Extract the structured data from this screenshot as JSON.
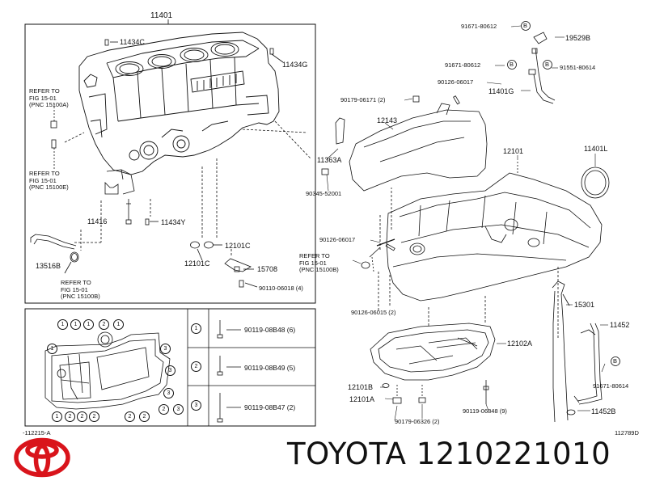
{
  "brand": {
    "text": "TOYOTA 1210221010",
    "logo_color": "#d9141b"
  },
  "diagram": {
    "footer_left": "-112215-A",
    "footer_right": "112789D",
    "refer_notes": {
      "ref1": "REFER TO\nFIG 15-01\n(PNC 15100A)",
      "ref2": "REFER TO\nFIG 15-01\n(PNC 15100E)",
      "ref3": "REFER TO\nFIG 15-01\n(PNC 15100B)",
      "ref4": "REFER TO\nFIG 15-01\n(PNC 15100B)"
    },
    "parts": {
      "p11401": "11401",
      "p11434C": "11434C",
      "p11434G": "11434G",
      "p11416": "11416",
      "p11434Y": "11434Y",
      "p13516B": "13516B",
      "p12101C_a": "12101C",
      "p12101C_b": "12101C",
      "p15708": "15708",
      "p90110": "90110-06018 (4)",
      "p91671a": "91671-80612",
      "p91671b": "91671-80612",
      "p19529B": "19529B",
      "p91551": "91551-80614",
      "p90126a": "90126-06017",
      "p11401G": "11401G",
      "p90179a": "90179-06171 (2)",
      "p12143": "12143",
      "p12101": "12101",
      "p11401L": "11401L",
      "p11363A": "11363A",
      "p90345": "90345-52001",
      "p90126b": "90126-06017",
      "p90126c": "90126-06015 (2)",
      "p15301": "15301",
      "p11452": "11452",
      "p12102A": "12102A",
      "p91671c": "91671-80614",
      "p12101B": "12101B",
      "p12101A": "12101A",
      "p90119_6848": "90119-06848 (9)",
      "p90179b": "90179-06326 (2)",
      "p11452B": "11452B",
      "circleB": "B"
    },
    "bolt_table": [
      {
        "num": "1",
        "part": "90119-08B48 (6)"
      },
      {
        "num": "2",
        "part": "90119-08B49 (5)"
      },
      {
        "num": "3",
        "part": "90119-08B47 (2)"
      }
    ],
    "layout_callouts": [
      "1",
      "1",
      "1",
      "2",
      "3",
      "3",
      "3",
      "2",
      "2",
      "2",
      "1",
      "1",
      "2",
      "2",
      "2",
      "3",
      "1"
    ]
  }
}
